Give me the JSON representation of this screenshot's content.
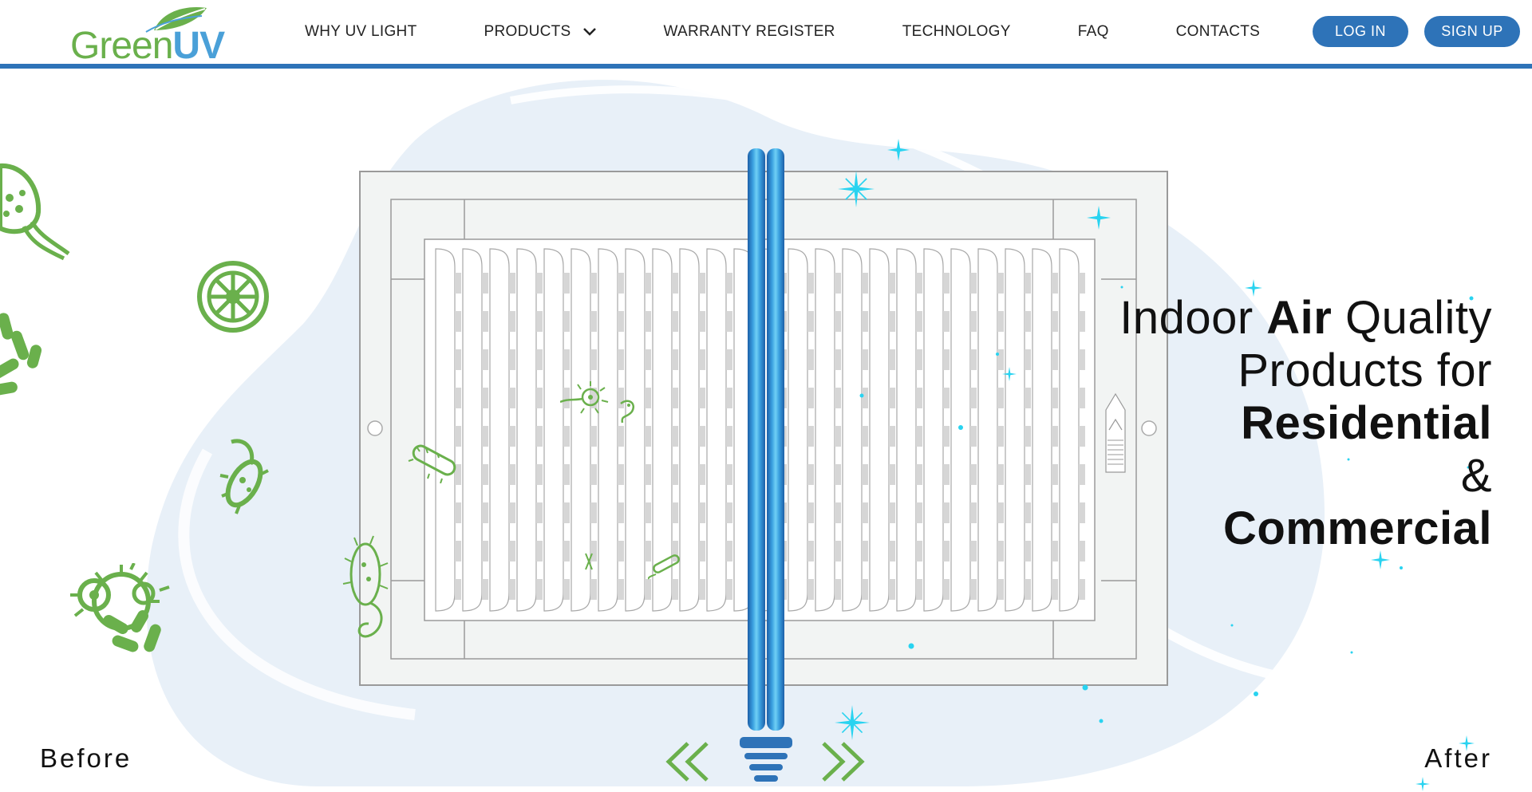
{
  "brand": {
    "name_part1": "Green",
    "name_part2": "UV"
  },
  "nav": {
    "items": [
      {
        "label": "WHY UV LIGHT"
      },
      {
        "label": "PRODUCTS"
      },
      {
        "label": "WARRANTY REGISTER"
      },
      {
        "label": "TECHNOLOGY"
      },
      {
        "label": "FAQ"
      },
      {
        "label": "CONTACTS"
      }
    ]
  },
  "auth": {
    "login_label": "LOG IN",
    "signup_label": "SIGN UP"
  },
  "hero": {
    "headline": {
      "w1": "Indoor ",
      "w2": "Air",
      "w3": " Quality",
      "line2": "Products for",
      "line3": "Residential",
      "line4": "&",
      "line5": "Commercial"
    },
    "before_label": "Before",
    "after_label": "After"
  },
  "colors": {
    "accent_blue": "#2e73b8",
    "germ_green": "#6ab04c",
    "sparkle_cyan": "#29d3f0",
    "blob_bg": "#e8f0f8"
  },
  "icons": {
    "arrow_left": "double-chevron-left-icon",
    "arrow_right": "double-chevron-right-icon",
    "products_dropdown": "chevron-down-icon"
  }
}
